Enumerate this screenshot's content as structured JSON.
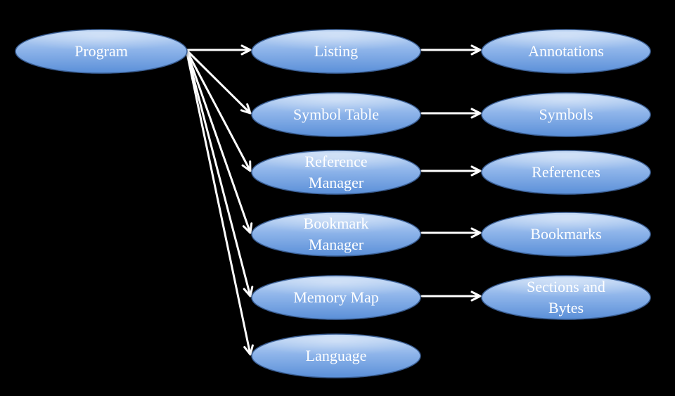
{
  "diagram": {
    "colors": {
      "background": "#000000",
      "node_light": "#c8dcf6",
      "node_mid": "#8fb5ea",
      "node_dark": "#5a8fd8",
      "node_border": "#3b5f94",
      "arrow": "#ffffff",
      "label": "#ffffff"
    },
    "root": {
      "lines": [
        "Program"
      ]
    },
    "children": [
      {
        "lines": [
          "Listing"
        ],
        "target": {
          "lines": [
            "Annotations"
          ]
        }
      },
      {
        "lines": [
          "Symbol Table"
        ],
        "target": {
          "lines": [
            "Symbols"
          ]
        }
      },
      {
        "lines": [
          "Reference",
          "Manager"
        ],
        "target": {
          "lines": [
            "References"
          ]
        }
      },
      {
        "lines": [
          "Bookmark",
          "Manager"
        ],
        "target": {
          "lines": [
            "Bookmarks"
          ]
        }
      },
      {
        "lines": [
          "Memory Map"
        ],
        "target": {
          "lines": [
            "Sections and",
            "Bytes"
          ]
        }
      },
      {
        "lines": [
          "Language"
        ],
        "target": null
      }
    ]
  }
}
